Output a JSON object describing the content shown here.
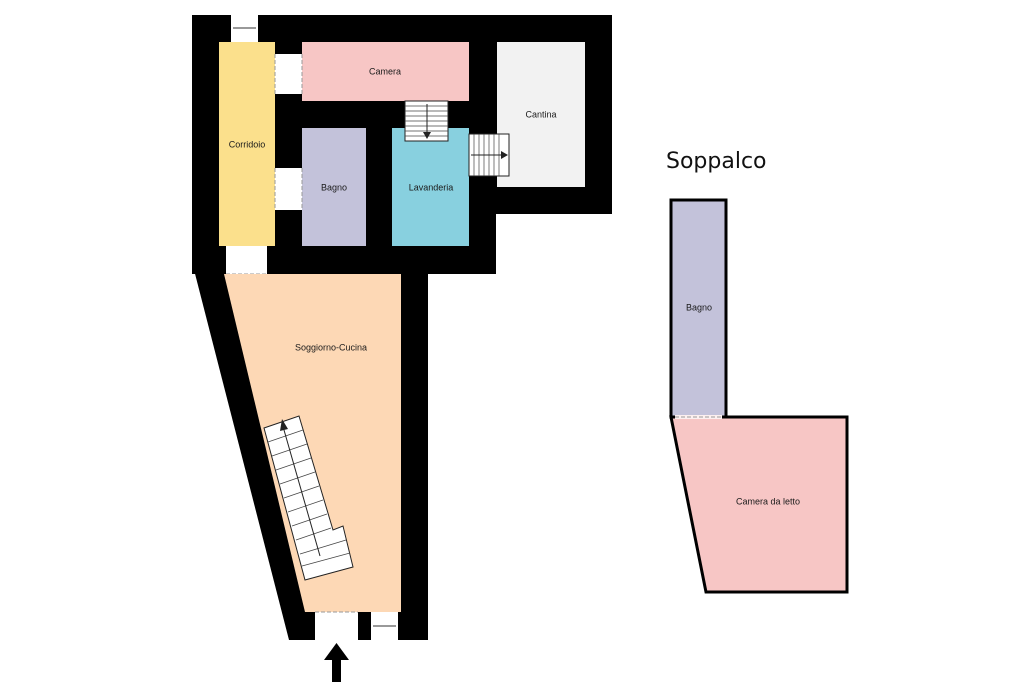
{
  "floor_plan": {
    "ground_floor": {
      "rooms": {
        "camera": {
          "label": "Camera",
          "color": "#f7c6c5"
        },
        "cantina": {
          "label": "Cantina",
          "color": "#f2f2f2"
        },
        "corridoio": {
          "label": "Corridoio",
          "color": "#fbe08c"
        },
        "bagno": {
          "label": "Bagno",
          "color": "#c3c2da"
        },
        "lavanderia": {
          "label": "Lavanderia",
          "color": "#88d0df"
        },
        "soggiorno": {
          "label": "Soggiorno-Cucina",
          "color": "#fdd8b5"
        }
      }
    },
    "mezzanine": {
      "title": "Soppalco",
      "rooms": {
        "bagno": {
          "label": "Bagno",
          "color": "#c3c2da"
        },
        "camera_letto": {
          "label": "Camera da letto",
          "color": "#f7c6c5"
        }
      }
    },
    "wall_color": "#000000"
  }
}
